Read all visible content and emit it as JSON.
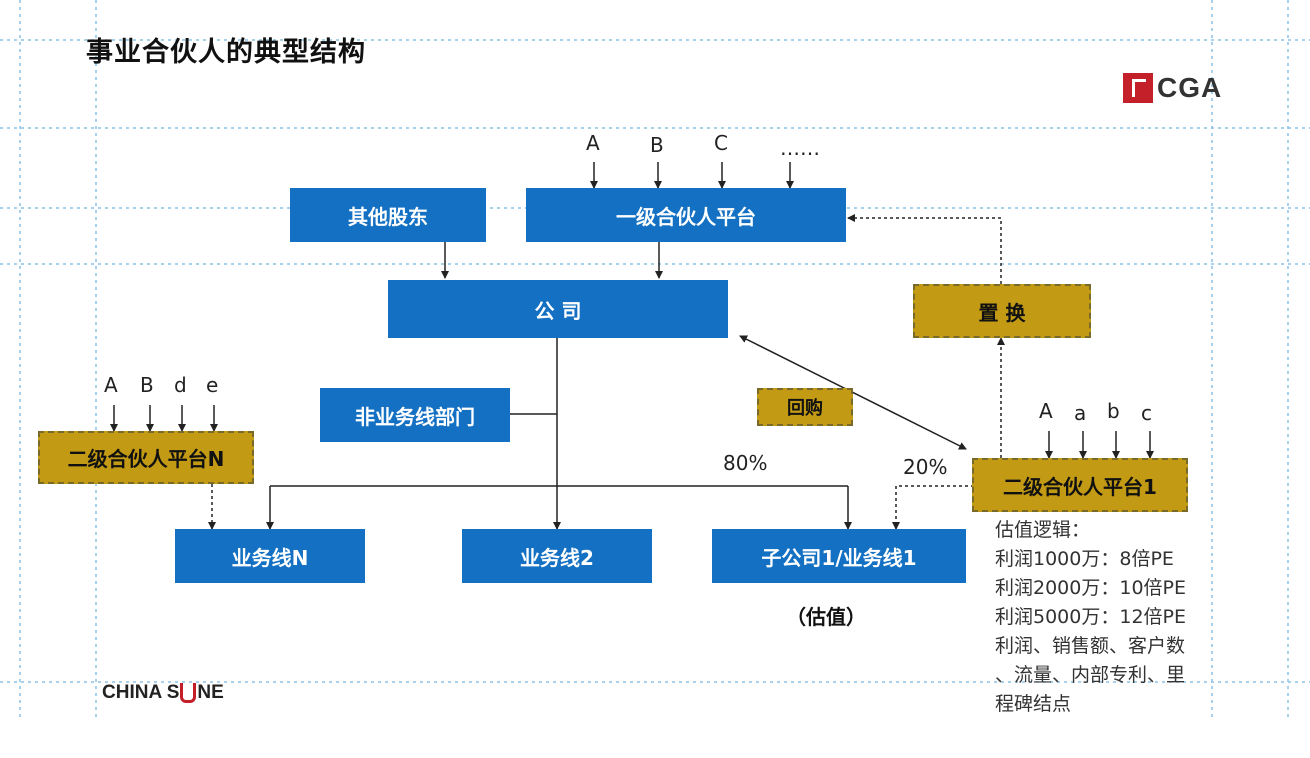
{
  "title": "事业合伙人的典型结构",
  "logos": {
    "top_right": "CGA",
    "bottom_left": {
      "left": "CHINA S",
      "right": "NE"
    }
  },
  "nodes": {
    "other_shareholders": "其他股东",
    "level1_platform": "一级合伙人平台",
    "company": "公 司",
    "non_business_dept": "非业务线部门",
    "replace": "置 换",
    "buyback": "回购",
    "level2_platform_n": "二级合伙人平台N",
    "level2_platform_1": "二级合伙人平台1",
    "business_line_n": "业务线N",
    "business_line_2": "业务线2",
    "subsidiary_1": "子公司1/业务线1"
  },
  "inputs": {
    "level1": [
      "A",
      "B",
      "C",
      "……"
    ],
    "level2_n": [
      "A",
      "B",
      "d",
      "e"
    ],
    "level2_1": [
      "A",
      "a",
      "b",
      "c"
    ]
  },
  "percentages": {
    "company_share": "80%",
    "platform_share": "20%"
  },
  "valuation_label": "（估值）",
  "valuation_notes": [
    "估值逻辑：",
    "利润1000万：8倍PE",
    "利润2000万：10倍PE",
    "利润5000万：12倍PE",
    "利润、销售额、客户数",
    "、流量、内部专利、里",
    "程碑结点"
  ]
}
